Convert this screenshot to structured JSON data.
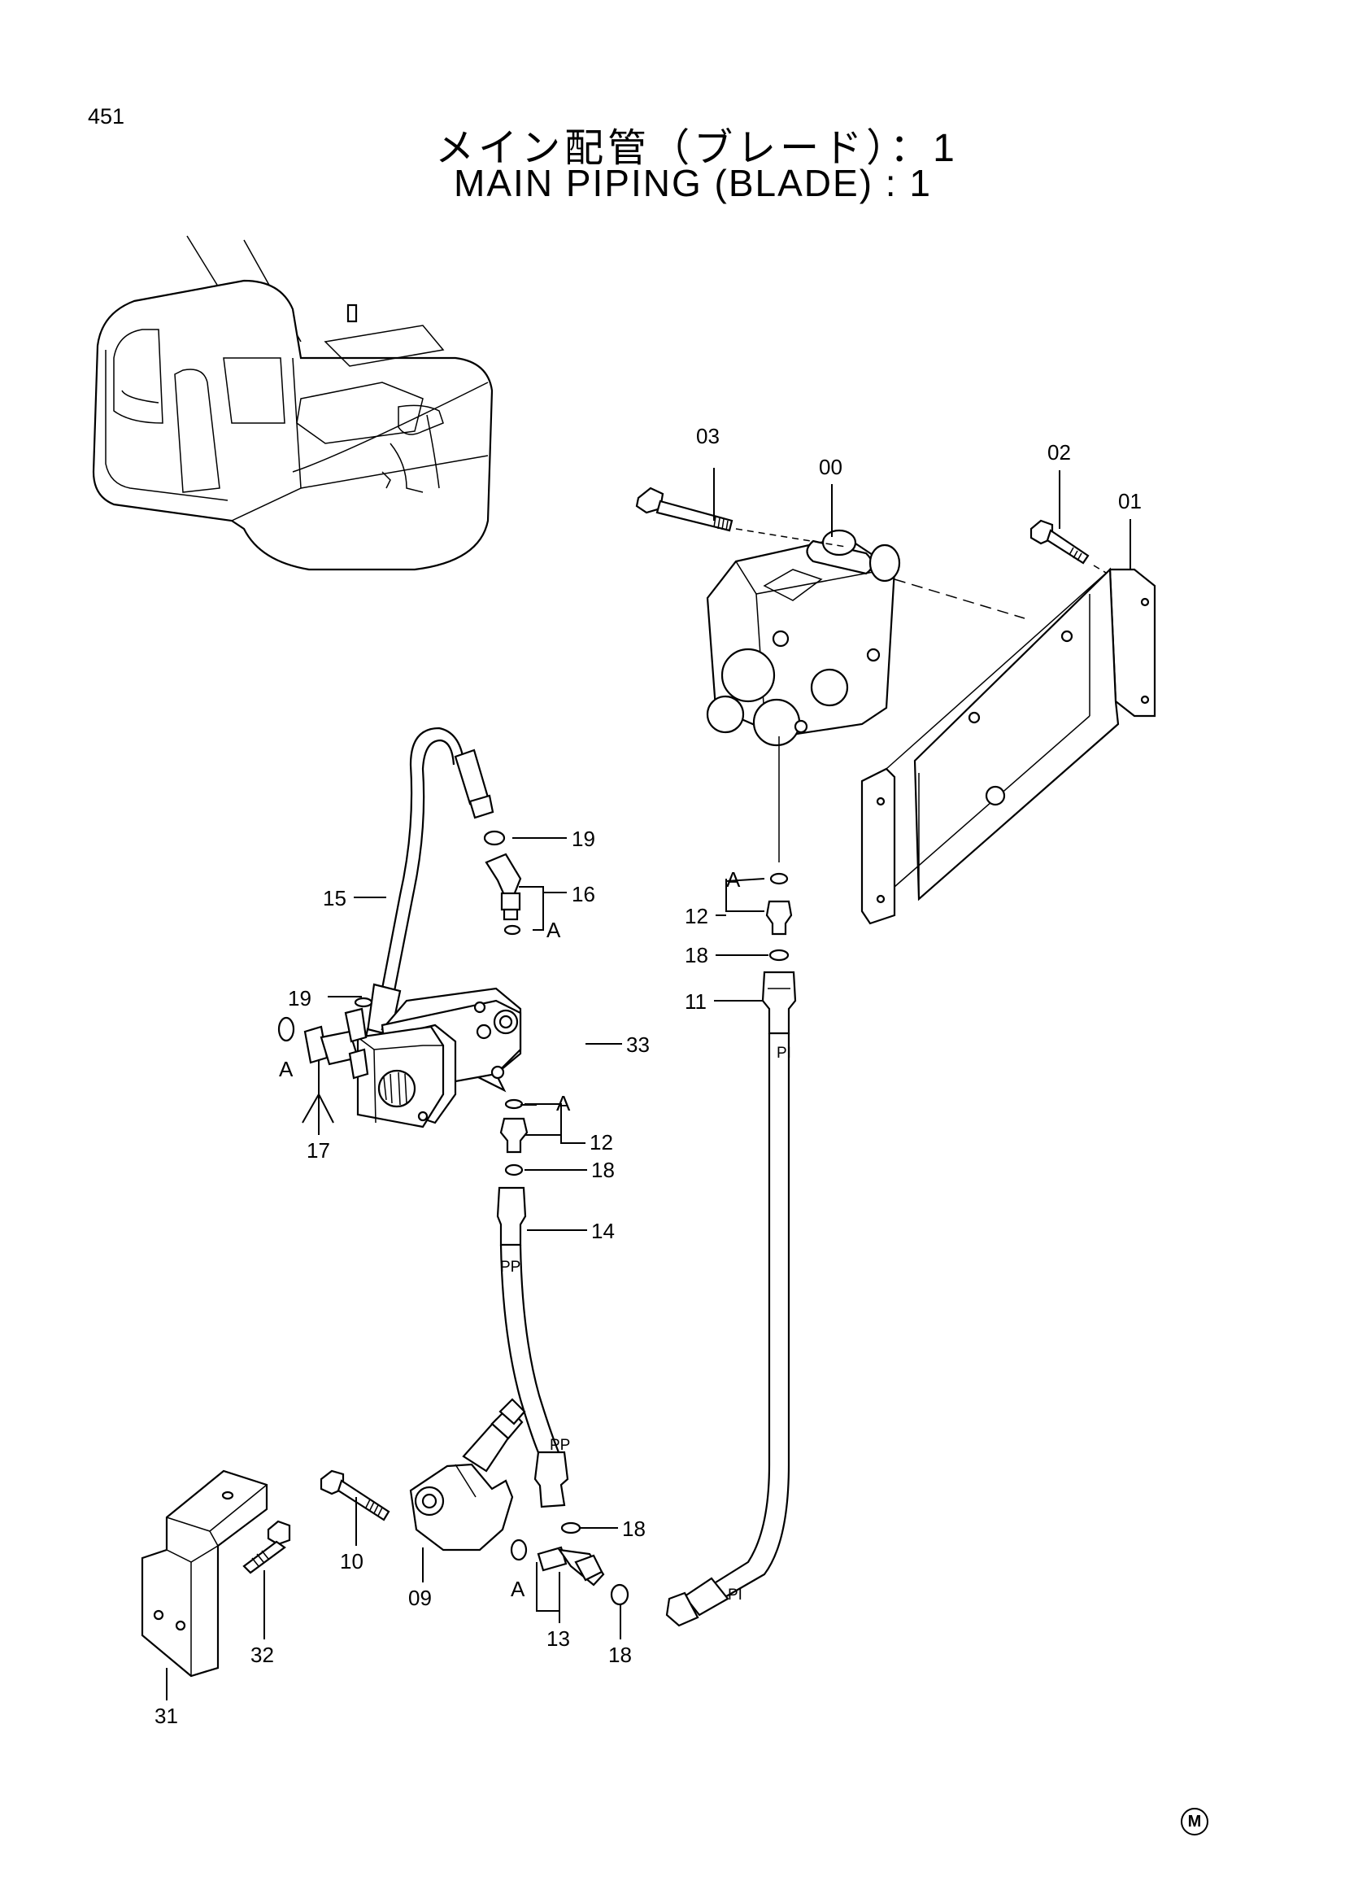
{
  "page": {
    "number": "451",
    "title_jp": "メイン配管（ブレード）：1",
    "title_en": "MAIN PIPING (BLADE) : 1",
    "mark": "M"
  },
  "callouts": {
    "c00": "00",
    "c01": "01",
    "c02": "02",
    "c03": "03",
    "c09": "09",
    "c10": "10",
    "c11": "11",
    "c12a": "12",
    "c12b": "12",
    "c13": "13",
    "c14": "14",
    "c15": "15",
    "c16": "16",
    "c17": "17",
    "c18a": "18",
    "c18b": "18",
    "c18c": "18",
    "c18d": "18",
    "c19a": "19",
    "c19b": "19",
    "c31": "31",
    "c32": "32",
    "c33": "33"
  },
  "ref_markers": {
    "a1": "A",
    "a2": "A",
    "a3": "A",
    "a4": "A",
    "a5": "A"
  },
  "port_labels": {
    "pi1": "PI",
    "pi2": "PI",
    "pp1": "PP",
    "pp2": "PP"
  }
}
